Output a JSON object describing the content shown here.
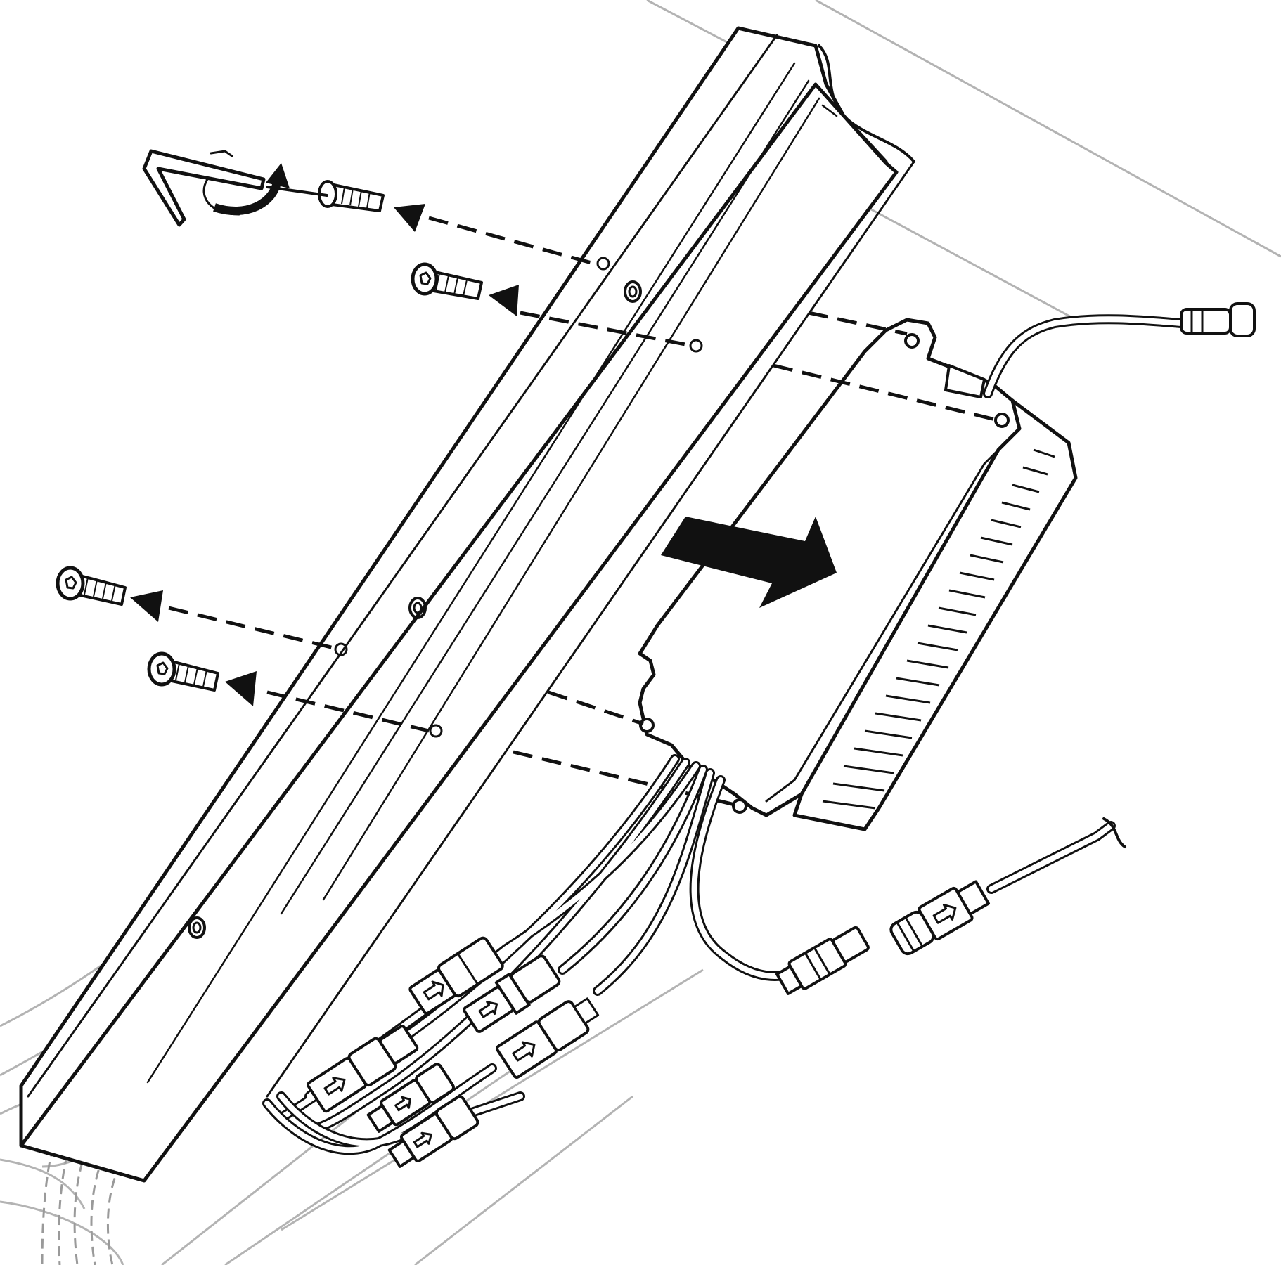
{
  "figure": {
    "kind": "assembly-illustration",
    "caption": ""
  },
  "parts": {
    "controller": "controller-box",
    "rail": "mounting-rail",
    "tool": "hex-key",
    "bolts": [
      "bolt-1",
      "bolt-2",
      "bolt-3",
      "bolt-4"
    ],
    "connectors": [
      "connector-1",
      "connector-2",
      "connector-3",
      "connector-4",
      "connector-5",
      "connector-6",
      "connector-7",
      "connector-8"
    ]
  },
  "colors": {
    "ink": "#111111",
    "paper": "#ffffff",
    "ghost": "#b3b3b3"
  },
  "icons": {
    "move": "arrow-right-bold",
    "remove": "arrow-left-dashed",
    "rotate": "curved-arrow"
  }
}
